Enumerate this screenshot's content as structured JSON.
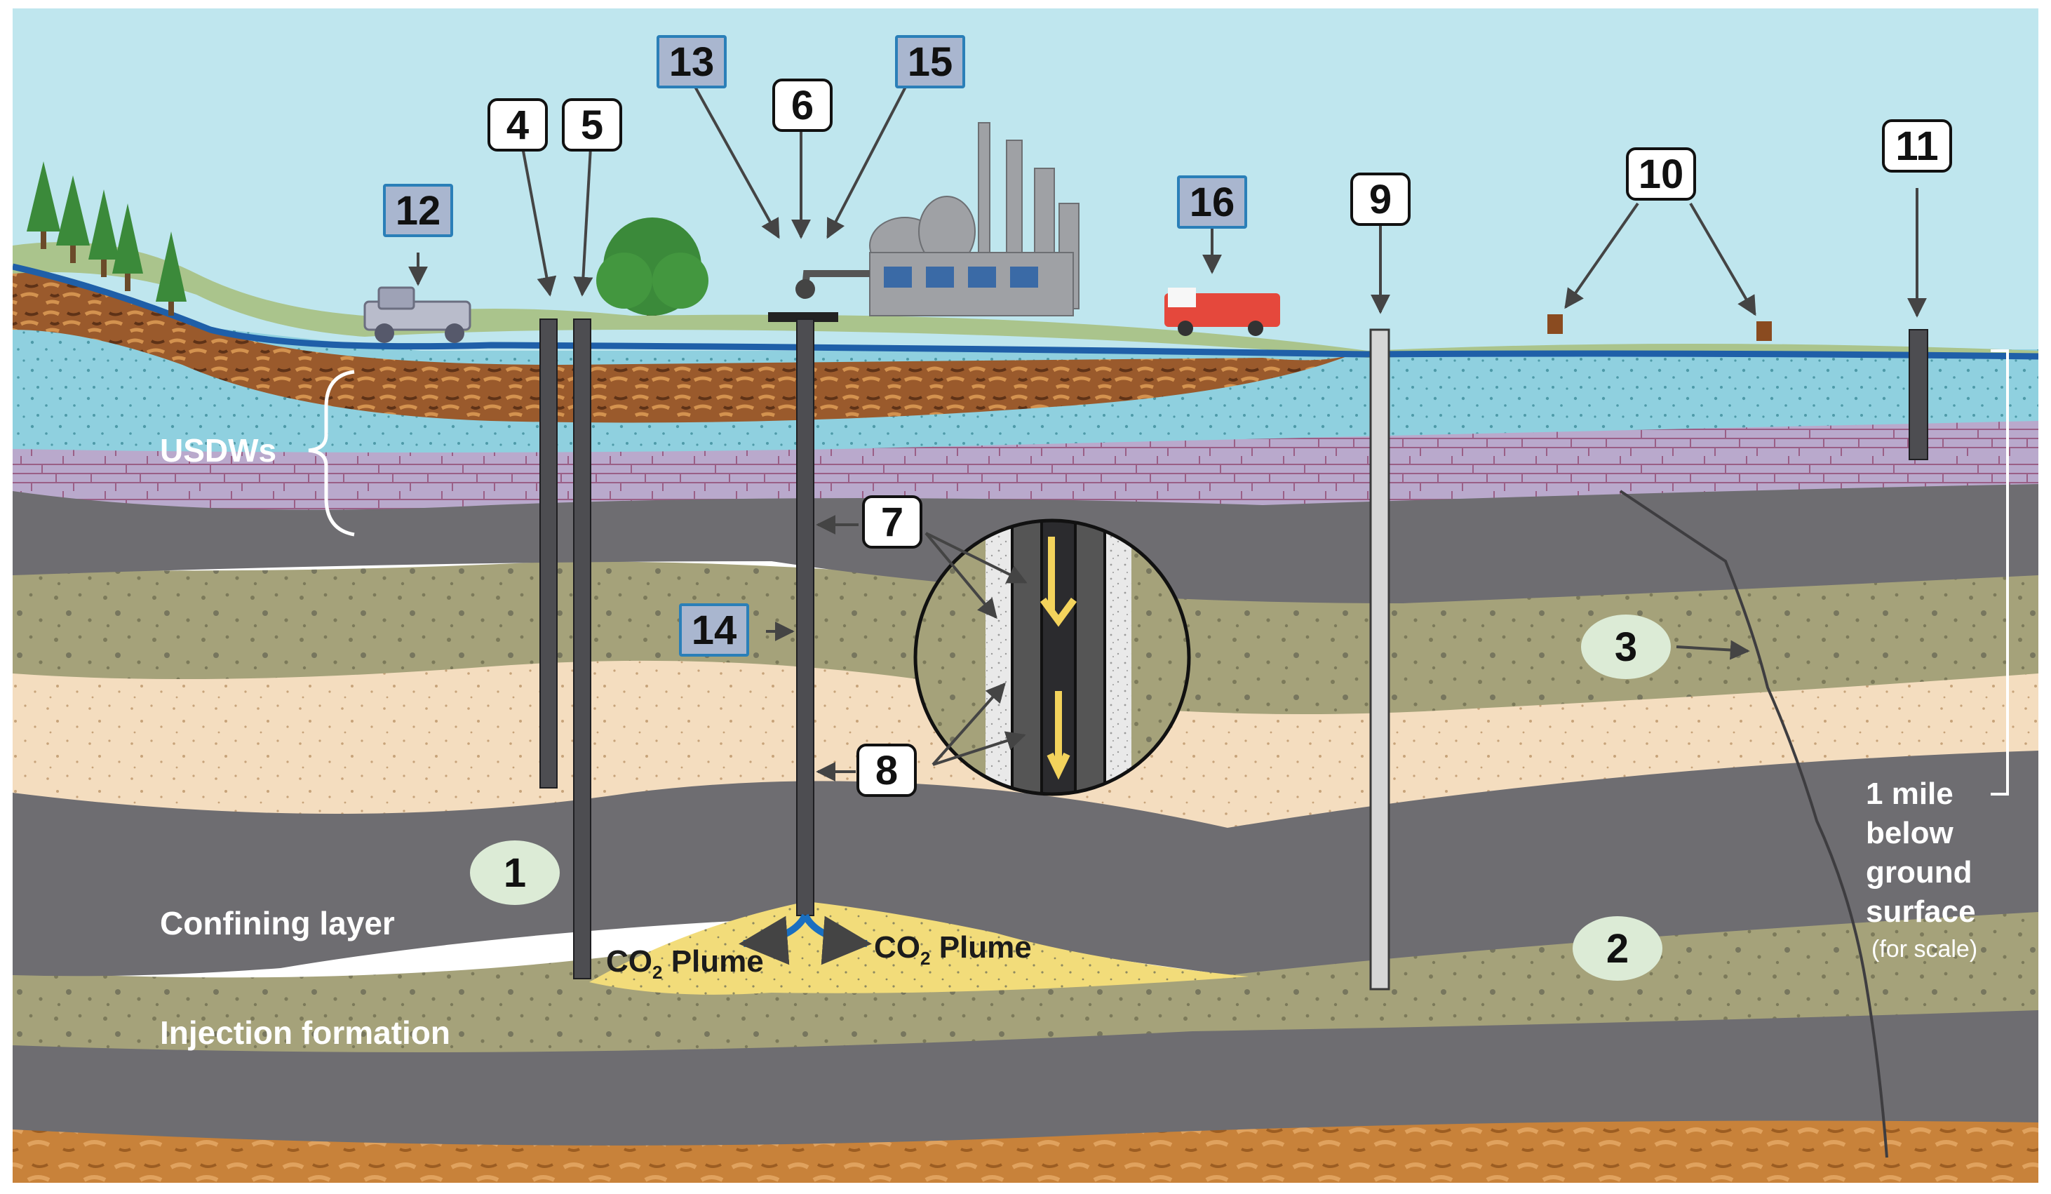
{
  "diagram": {
    "callouts": [
      {
        "id": "n1",
        "text": "1",
        "style": "circle"
      },
      {
        "id": "n2",
        "text": "2",
        "style": "circle"
      },
      {
        "id": "n3",
        "text": "3",
        "style": "circle"
      },
      {
        "id": "n4",
        "text": "4",
        "style": "white-box"
      },
      {
        "id": "n5",
        "text": "5",
        "style": "white-box"
      },
      {
        "id": "n6",
        "text": "6",
        "style": "white-box"
      },
      {
        "id": "n7",
        "text": "7",
        "style": "white-box"
      },
      {
        "id": "n8",
        "text": "8",
        "style": "white-box"
      },
      {
        "id": "n9",
        "text": "9",
        "style": "white-box"
      },
      {
        "id": "n10",
        "text": "10",
        "style": "white-box"
      },
      {
        "id": "n11",
        "text": "11",
        "style": "white-box"
      },
      {
        "id": "n12",
        "text": "12",
        "style": "blue-box"
      },
      {
        "id": "n13",
        "text": "13",
        "style": "blue-box"
      },
      {
        "id": "n14",
        "text": "14",
        "style": "blue-box"
      },
      {
        "id": "n15",
        "text": "15",
        "style": "blue-box"
      },
      {
        "id": "n16",
        "text": "16",
        "style": "blue-box"
      }
    ],
    "labels": {
      "usdws": "USDWs",
      "confining_layer": "Confining layer",
      "injection_formation": "Injection formation",
      "plume_left_co": "CO",
      "plume_left_sub": "2",
      "plume_left_rest": " Plume",
      "plume_right_co": "CO",
      "plume_right_sub": "2",
      "plume_right_rest": " Plume",
      "scale_line1": "1 mile",
      "scale_line2": "below",
      "scale_line3": "ground",
      "scale_line4": "surface",
      "scale_note": "(for scale)"
    },
    "colors": {
      "sky": "#bfe6ee",
      "grass": "#aac48c",
      "water_line": "#1f5fa8",
      "usdw_aquifer": "#8fd0df",
      "brown_soil": "#9a5a2c",
      "limestone": "#b9a9cc",
      "dark_rock": "#6e6d71",
      "olive_layer": "#a5a27a",
      "sand_layer": "#f4ddbf",
      "plume": "#f2dc7a",
      "bedrock": "#c8823a",
      "callout_blue": "#a9b6cf",
      "callout_border_blue": "#2a7fb8",
      "circle_green": "#dcebd6"
    }
  }
}
